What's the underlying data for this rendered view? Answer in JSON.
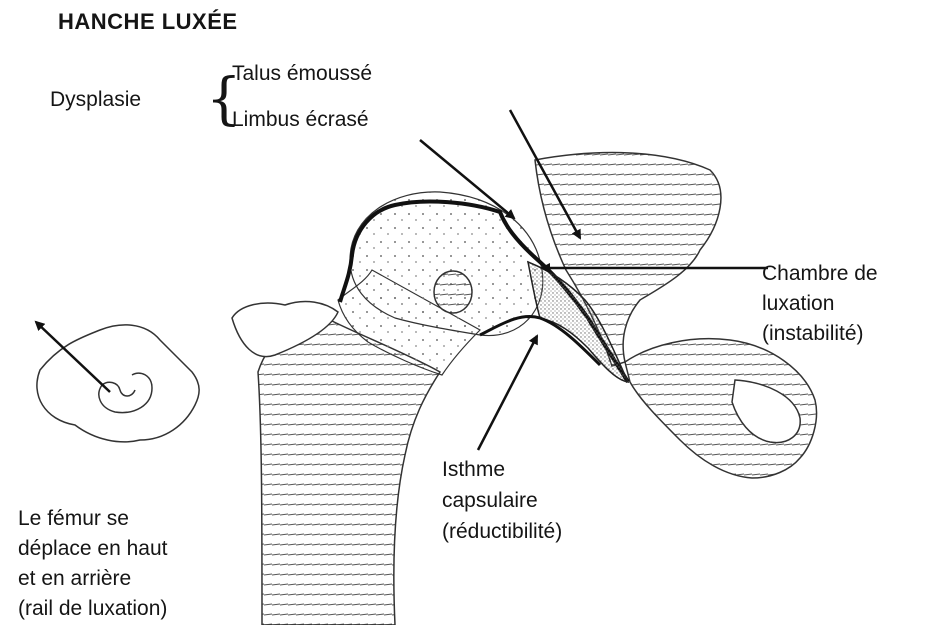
{
  "title": "HANCHE LUXÉE",
  "dysplasia": {
    "group_label": "Dysplasie",
    "items": [
      "Talus émoussé",
      "Limbus écrasé"
    ]
  },
  "chamber": {
    "lines": [
      "Chambre de",
      "luxation",
      "(instabilité)"
    ]
  },
  "isthmus": {
    "lines": [
      "Isthme",
      "capsulaire",
      "(réductibilité)"
    ]
  },
  "femur_motion": {
    "lines": [
      "Le fémur se",
      "déplace en haut",
      "et en arrière",
      "(rail de luxation)"
    ]
  }
}
